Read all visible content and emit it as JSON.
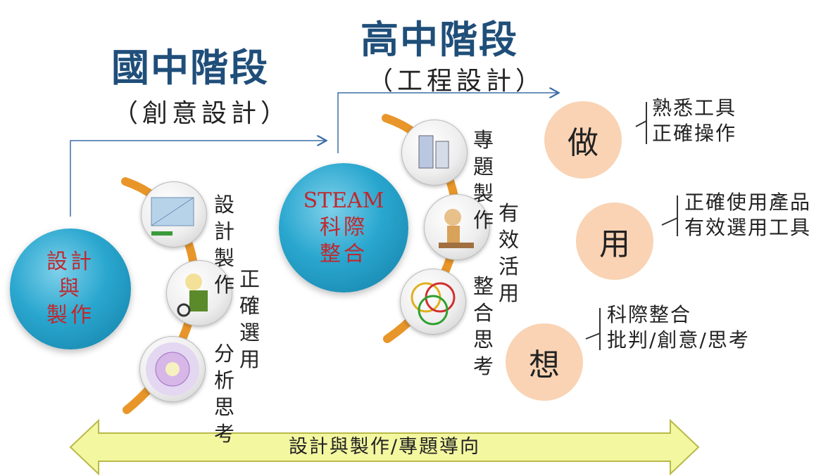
{
  "junior": {
    "title": "國中階段",
    "subtitle": "（創意設計）"
  },
  "senior": {
    "title": "高中階段",
    "subtitle": "（工程設計）"
  },
  "left_circle": {
    "line1": "設計",
    "line2": "與",
    "line3": "製作"
  },
  "center_circle": {
    "line1": "STEAM",
    "line2": "科際",
    "line3": "整合"
  },
  "left_items": [
    {
      "line1": "設計",
      "line2": "製作"
    },
    {
      "line1": "正確",
      "line2": "選用"
    },
    {
      "line1": "分析",
      "line2": "思考"
    }
  ],
  "center_items": [
    {
      "line1": "專題",
      "line2": "製作"
    },
    {
      "line1": "有效",
      "line2": "活用"
    },
    {
      "line1": "整合",
      "line2": "思考"
    }
  ],
  "actions": [
    {
      "label": "做",
      "items": [
        "熟悉工具",
        "正確操作"
      ]
    },
    {
      "label": "用",
      "items": [
        "正確使用產品",
        "有效選用工具"
      ]
    },
    {
      "label": "想",
      "items": [
        "科際整合",
        "批判/創意/思考"
      ]
    }
  ],
  "bottom_arrow": {
    "label": "設計與製作/專題導向"
  },
  "colors": {
    "title_blue": "#1f4e79",
    "teal_circle": "#2aa7cf",
    "peach": "#f9d3b4",
    "arrow_yellow": "#f3f7a0",
    "arc_orange": "#e8962a"
  }
}
